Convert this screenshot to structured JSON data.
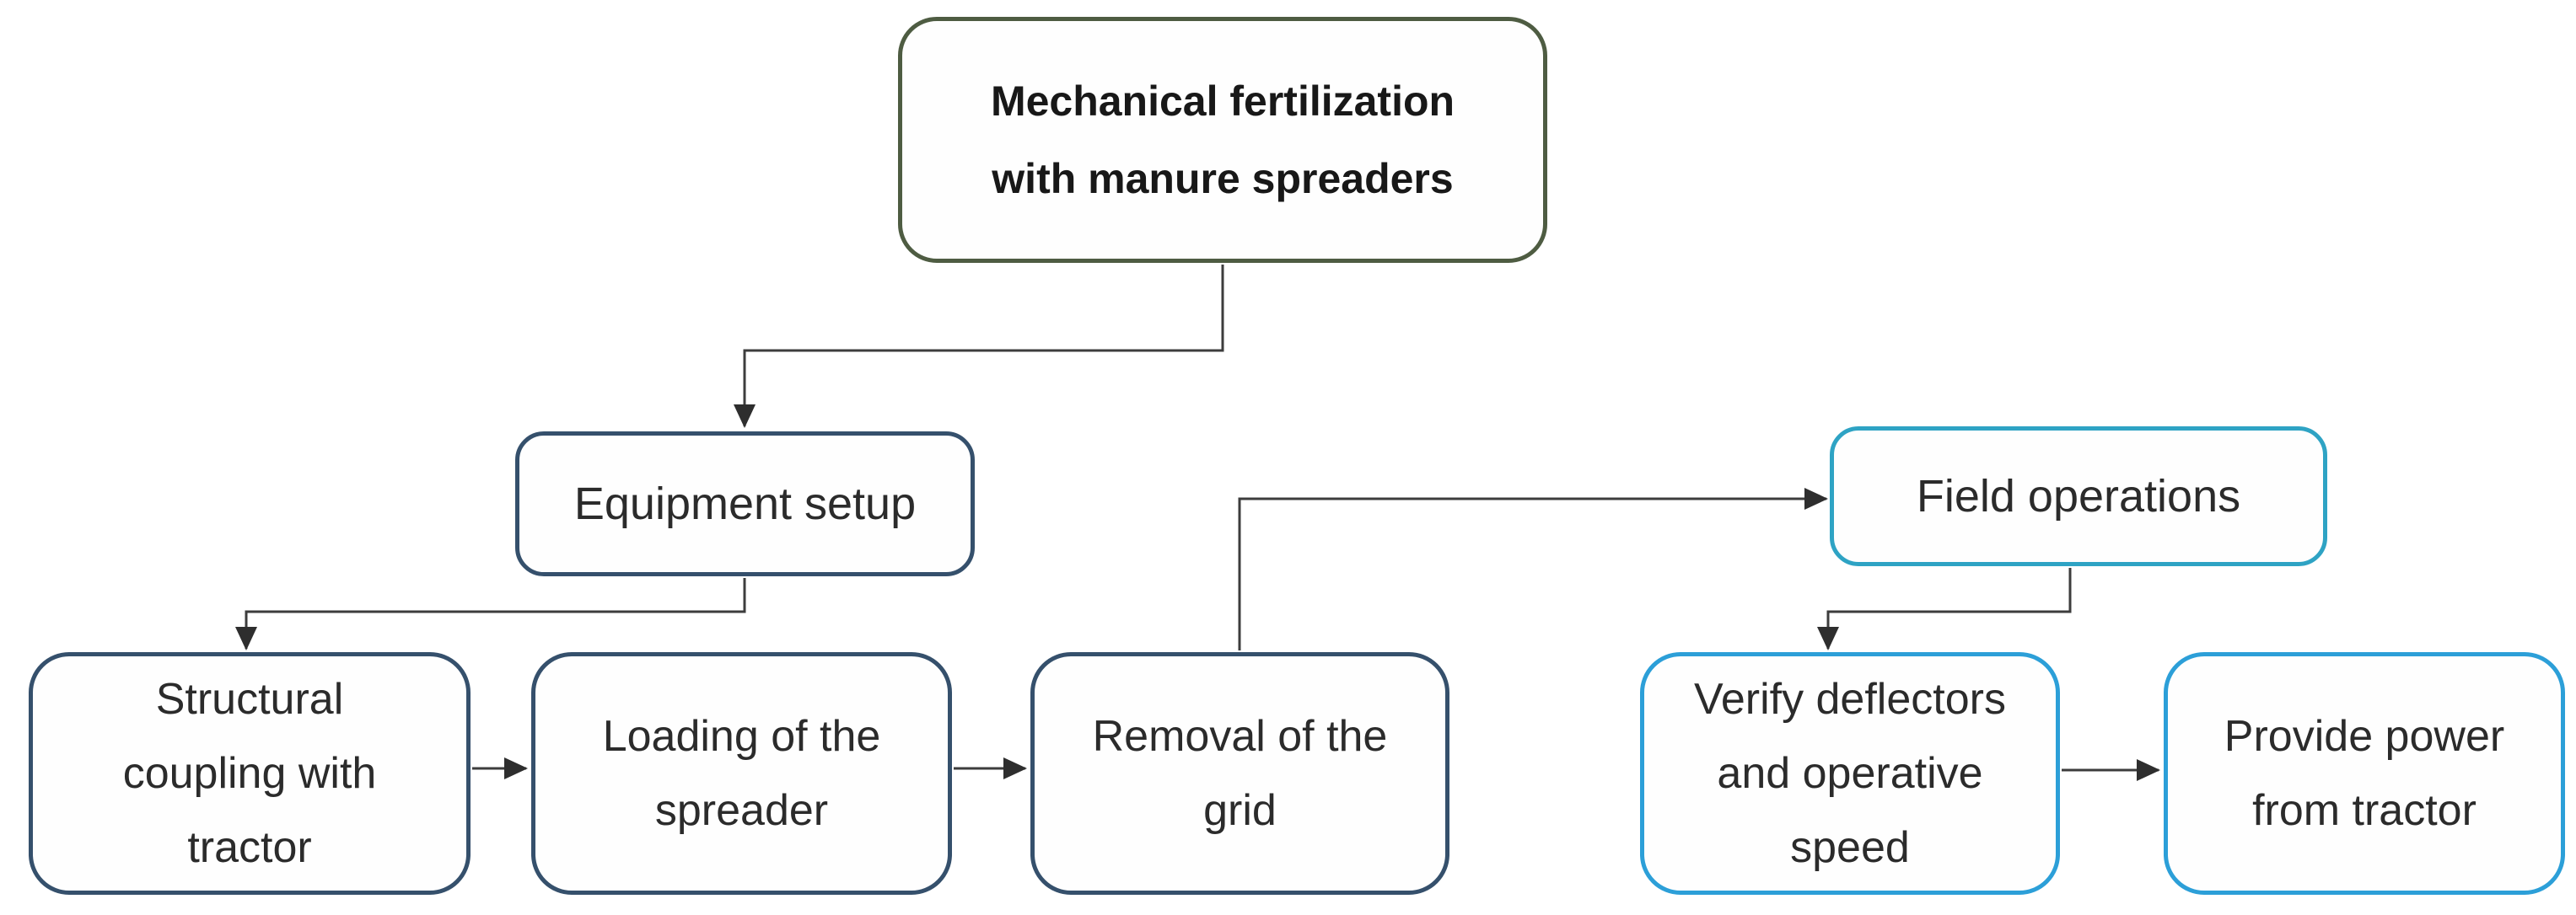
{
  "diagram": {
    "type": "flowchart",
    "title": "Mechanical fertilization with manure spreaders",
    "nodes": {
      "root": {
        "label": [
          "Mechanical fertilization",
          "with manure spreaders"
        ],
        "border_color": "#4e5c42",
        "text_style": "bold"
      },
      "equipment_setup": {
        "label": [
          "Equipment setup"
        ],
        "border_color": "#35506c"
      },
      "field_operations": {
        "label": [
          "Field operations"
        ],
        "border_color": "#2ea3c4"
      },
      "structural_coupling": {
        "label": [
          "Structural",
          "coupling with",
          "tractor"
        ],
        "border_color": "#35506c"
      },
      "loading_spreader": {
        "label": [
          "Loading of the",
          "spreader"
        ],
        "border_color": "#35506c"
      },
      "removal_grid": {
        "label": [
          "Removal of the",
          "grid"
        ],
        "border_color": "#35506c"
      },
      "verify_deflectors": {
        "label": [
          "Verify deflectors",
          "and operative",
          "speed"
        ],
        "border_color": "#2c9fd8"
      },
      "provide_power": {
        "label": [
          "Provide power",
          "from tractor"
        ],
        "border_color": "#2c9fd8"
      }
    },
    "edges": [
      {
        "from": "root",
        "to": "equipment_setup"
      },
      {
        "from": "equipment_setup",
        "to": "structural_coupling"
      },
      {
        "from": "structural_coupling",
        "to": "loading_spreader"
      },
      {
        "from": "loading_spreader",
        "to": "removal_grid"
      },
      {
        "from": "removal_grid",
        "to": "field_operations"
      },
      {
        "from": "field_operations",
        "to": "verify_deflectors"
      },
      {
        "from": "verify_deflectors",
        "to": "provide_power"
      }
    ],
    "colors": {
      "background": "#ffffff",
      "connector": "#3d3d3d",
      "arrowhead": "#2e2e2e",
      "text": "#2b2b2b"
    }
  }
}
